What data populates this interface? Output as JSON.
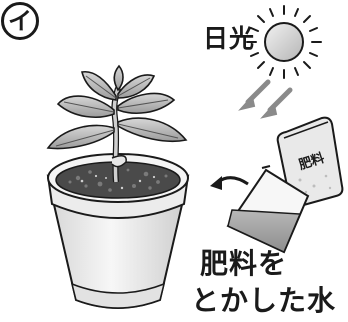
{
  "panel": {
    "mark": "イ"
  },
  "labels": {
    "sunlight": "日光",
    "fertilizer_bag": "肥料",
    "fertilizer_water_line1": "肥料を",
    "fertilizer_water_line2": "とかした水"
  },
  "icons": [
    "sun-icon",
    "light-rays-icon",
    "potted-plant-icon",
    "fertilizer-bag-icon",
    "beaker-icon",
    "pour-arrow-icon"
  ],
  "colors": {
    "ink": "#1a1a1a",
    "sun_fill": "#d9d9d9",
    "soil": "#4a4a4a",
    "pot_fill": "#efefef",
    "liquid": "#a9a9a9",
    "leaf": "#bfbfbf"
  }
}
